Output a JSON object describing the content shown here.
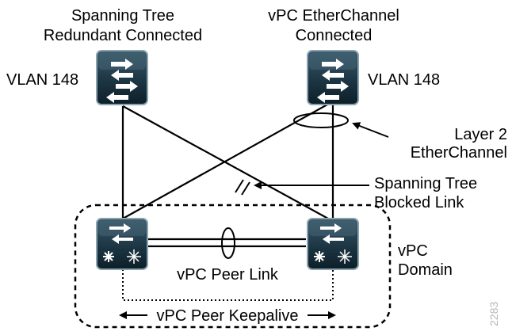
{
  "labels": {
    "left_switch_title_line1": "Spanning Tree",
    "left_switch_title_line2": "Redundant Connected",
    "right_switch_title_line1": "vPC EtherChannel",
    "right_switch_title_line2": "Connected",
    "left_vlan": "VLAN 148",
    "right_vlan": "VLAN 148",
    "layer2_line1": "Layer 2",
    "layer2_line2": "EtherChannel",
    "blocked_line1": "Spanning Tree",
    "blocked_line2": "Blocked Link",
    "vpc_domain_line1": "vPC",
    "vpc_domain_line2": "Domain",
    "peer_link": "vPC Peer Link",
    "keepalive": "vPC Peer Keepalive",
    "figure_number": "2283"
  },
  "colors": {
    "switch_top": "#2b4655",
    "switch_bottom": "#0f2530",
    "switch_border": "#6d8a99",
    "link": "#000000"
  },
  "icons": [
    "switch-icon",
    "nexus-switch-icon"
  ]
}
